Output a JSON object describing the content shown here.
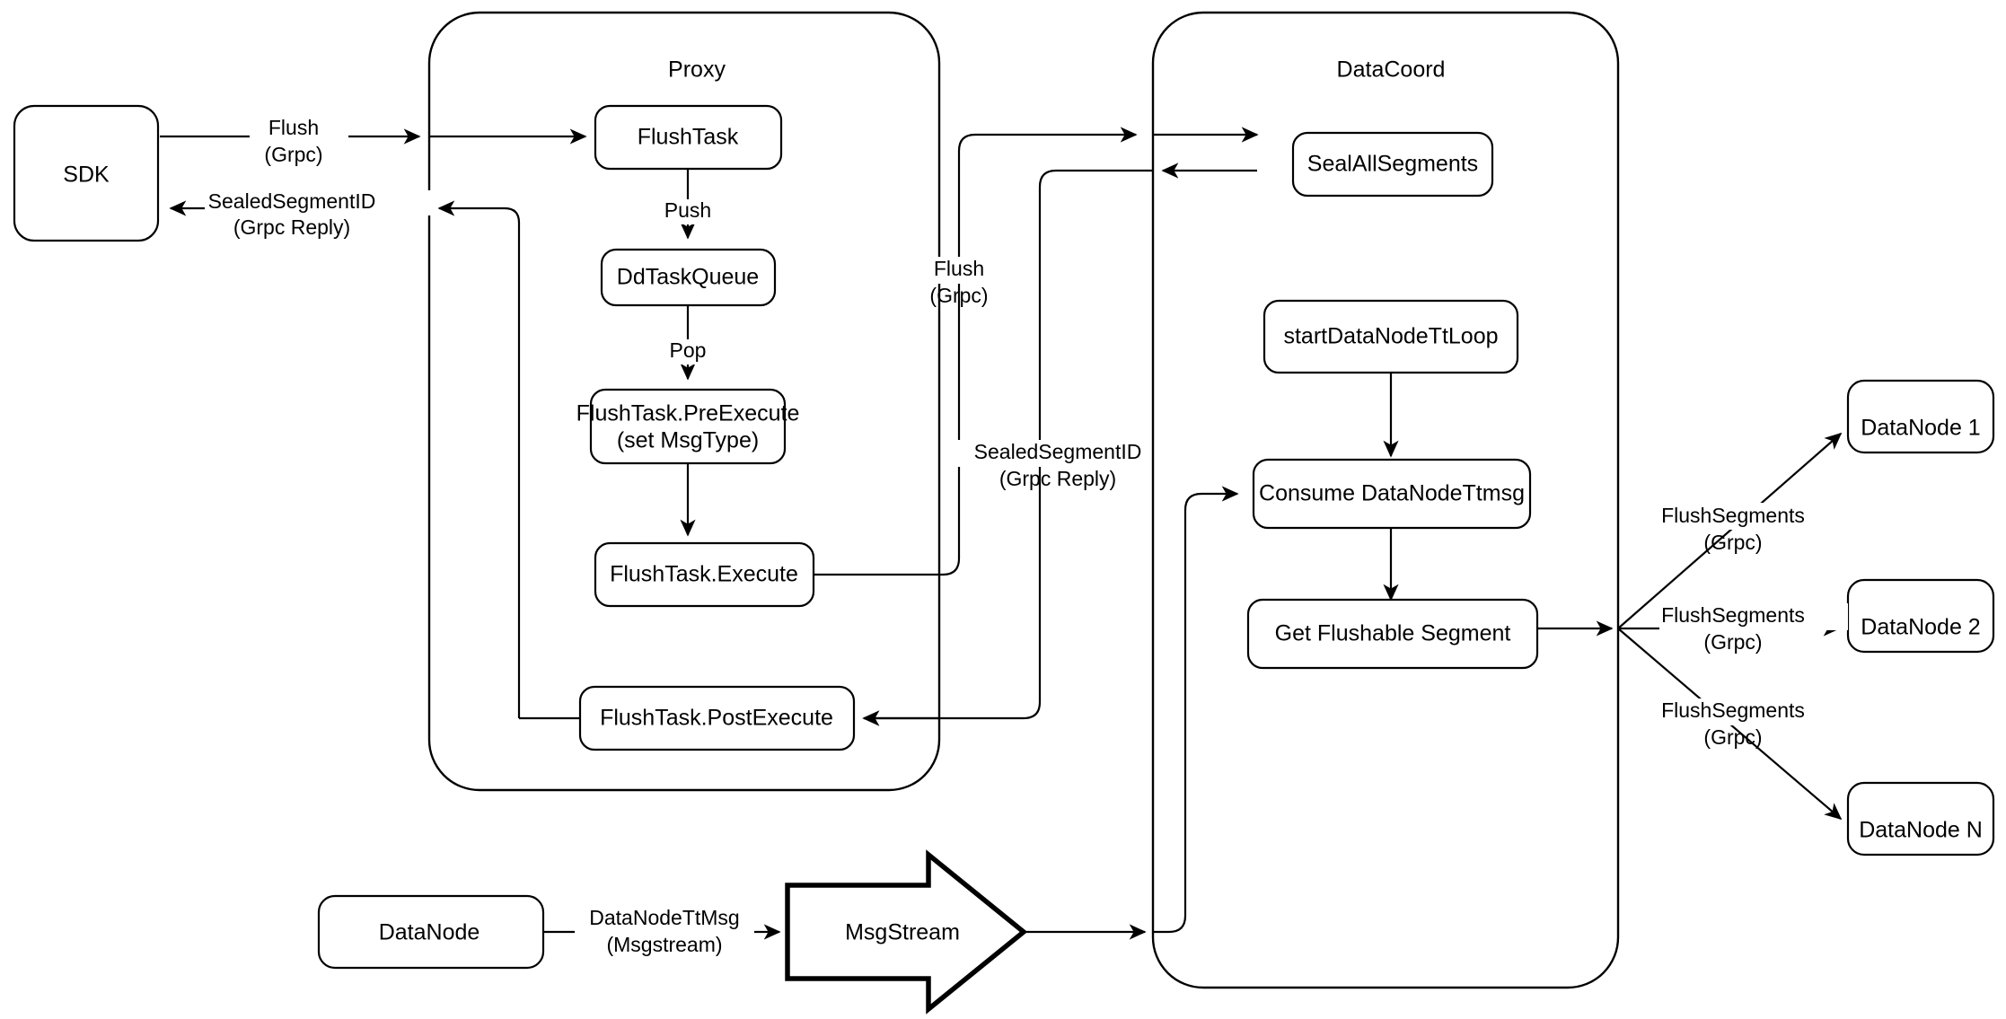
{
  "diagram": {
    "title": "Milvus Flush Flow",
    "type": "architecture-flow-diagram",
    "background_color": "#ffffff",
    "stroke_color": "#000000"
  },
  "groups": {
    "proxy": {
      "title": "Proxy"
    },
    "datacoord": {
      "title": "DataCoord"
    }
  },
  "nodes": {
    "sdk": {
      "label": "SDK"
    },
    "flush_task": {
      "label": "FlushTask"
    },
    "dd_task_queue": {
      "label": "DdTaskQueue"
    },
    "pre_execute_line1": {
      "label": "FlushTask.PreExecute"
    },
    "pre_execute_line2": {
      "label": "(set MsgType)"
    },
    "execute": {
      "label": "FlushTask.Execute"
    },
    "post_execute": {
      "label": "FlushTask.PostExecute"
    },
    "seal_all_segments": {
      "label": "SealAllSegments"
    },
    "start_tt_loop": {
      "label": "startDataNodeTtLoop"
    },
    "consume_tt_msg": {
      "label": "Consume DataNodeTtmsg"
    },
    "get_flushable_segment": {
      "label": "Get Flushable Segment"
    },
    "datanode_1": {
      "label": "DataNode 1"
    },
    "datanode_2": {
      "label": "DataNode 2"
    },
    "datanode_n": {
      "label": "DataNode N"
    },
    "datanode_bottom": {
      "label": "DataNode"
    },
    "msgstream": {
      "label": "MsgStream"
    }
  },
  "edge_labels": {
    "sdk_to_proxy_l1": {
      "label": "Flush"
    },
    "sdk_to_proxy_l2": {
      "label": "(Grpc)"
    },
    "proxy_to_sdk_l1": {
      "label": "SealedSegmentID"
    },
    "proxy_to_sdk_l2": {
      "label": "(Grpc Reply)"
    },
    "flush_push": {
      "label": "Push"
    },
    "queue_pop": {
      "label": "Pop"
    },
    "proxy_to_coord_l1": {
      "label": "Flush"
    },
    "proxy_to_coord_l2": {
      "label": "(Grpc)"
    },
    "coord_to_proxy_l1": {
      "label": "SealedSegmentID"
    },
    "coord_to_proxy_l2": {
      "label": "(Grpc Reply)"
    },
    "flush_segments_1_l1": {
      "label": "FlushSegments"
    },
    "flush_segments_1_l2": {
      "label": "(Grpc)"
    },
    "flush_segments_2_l1": {
      "label": "FlushSegments"
    },
    "flush_segments_2_l2": {
      "label": "(Grpc)"
    },
    "flush_segments_n_l1": {
      "label": "FlushSegments"
    },
    "flush_segments_n_l2": {
      "label": "(Grpc)"
    },
    "datanode_tt_msg_l1": {
      "label": "DataNodeTtMsg"
    },
    "datanode_tt_msg_l2": {
      "label": "(Msgstream)"
    }
  }
}
